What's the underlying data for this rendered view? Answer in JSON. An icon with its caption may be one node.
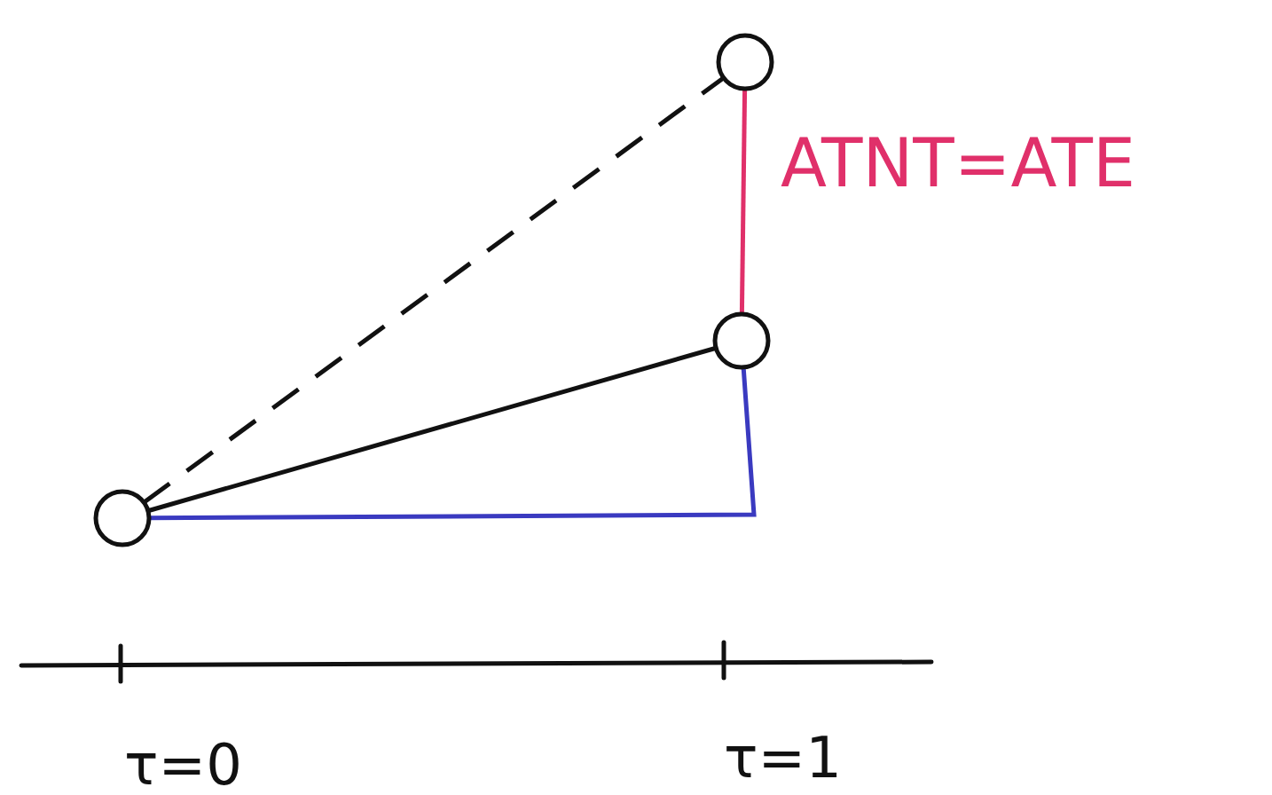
{
  "diagram": {
    "nodes": [
      {
        "text": [],
        "shape": "circle"
      },
      {
        "text": [],
        "shape": "circle"
      },
      {
        "text": [],
        "shape": "circle"
      }
    ],
    "edges": [
      {
        "from": 0,
        "to": 1,
        "arrow": "none",
        "style": "dashed"
      },
      {
        "from": 0,
        "to": 2,
        "arrow": "none"
      },
      {
        "from": 1,
        "to": 2,
        "arrow": "none",
        "label": "ATNT=ATE",
        "color": "#e0306a"
      },
      {
        "from": 0,
        "to": 2,
        "arrow": "none",
        "color": "#3a3ac0"
      }
    ],
    "labels": [
      "τ=0",
      "τ=1"
    ]
  }
}
